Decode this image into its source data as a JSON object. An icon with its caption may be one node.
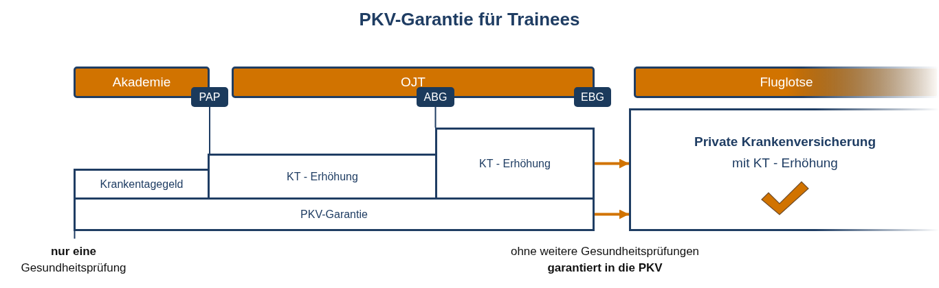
{
  "diagram": {
    "title": "PKV-Garantie für Trainees",
    "nodes": [
      {
        "text": [
          "Akademie"
        ]
      },
      {
        "text": [
          "OJT"
        ]
      },
      {
        "text": [
          "Fluglotse"
        ]
      },
      {
        "text": [
          "PAP"
        ]
      },
      {
        "text": [
          "ABG"
        ]
      },
      {
        "text": [
          "EBG"
        ]
      },
      {
        "text": [
          "Krankentagegeld"
        ]
      },
      {
        "text": [
          "KT - Erhöhung"
        ]
      },
      {
        "text": [
          "KT - Erhöhung"
        ]
      },
      {
        "text": [
          "PKV-Garantie"
        ]
      },
      {
        "text": [
          "Private Krankenversicherung",
          "mit KT - Erhöhung"
        ]
      }
    ],
    "edges": [
      {
        "from": 3,
        "to": 7,
        "arrow": "none"
      },
      {
        "from": 4,
        "to": 8,
        "arrow": "none"
      },
      {
        "from": 8,
        "to": 10,
        "arrow": "to",
        "color": "#d17300"
      },
      {
        "from": 9,
        "to": 10,
        "arrow": "to",
        "color": "#d17300"
      }
    ],
    "labels": [
      "**nur eine** Gesundheitsprüfung",
      "ohne weitere Gesundheitsprüfungen **garantiert in die PKV**"
    ]
  }
}
